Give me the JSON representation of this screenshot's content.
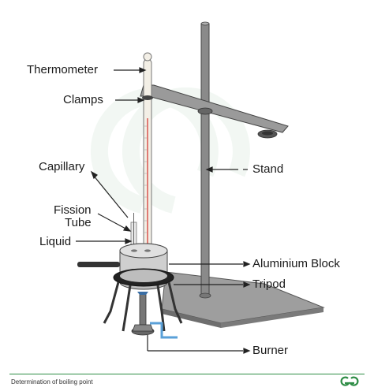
{
  "labels": {
    "thermometer": "Thermometer",
    "clamps": "Clamps",
    "capillary": "Capillary",
    "fission_line1": "Fission",
    "fission_line2": "Tube",
    "liquid": "Liquid",
    "stand": "Stand",
    "aluminium_block": "Aluminium Block",
    "tripod": "Tripod",
    "burner": "Burner"
  },
  "footer": {
    "caption": "Determination of boiling point"
  },
  "colors": {
    "accent": "#2f8d46",
    "metal": "#8a8a8a",
    "block": "#cfcfcf",
    "mercury": "#d9534f"
  }
}
